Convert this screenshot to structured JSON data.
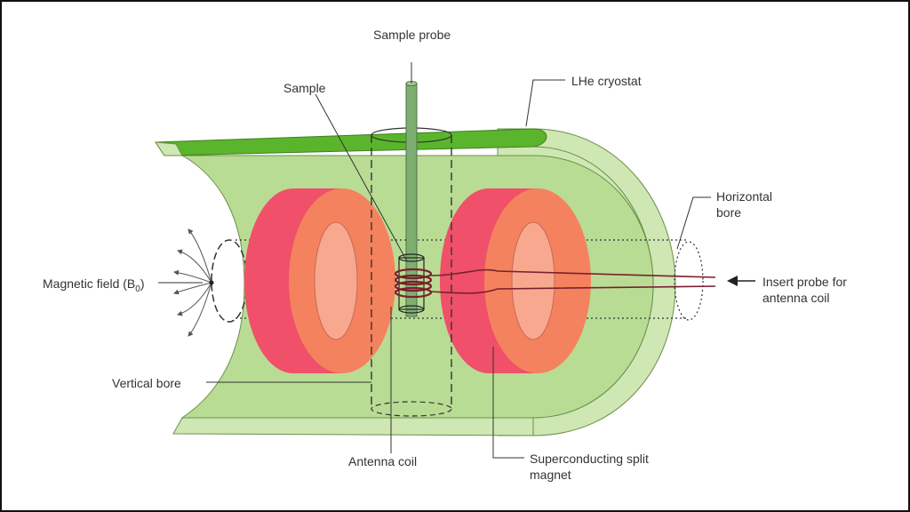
{
  "colors": {
    "cryostat_dark": "#5bb52c",
    "cryostat_body": "#b9dc94",
    "cryostat_light": "#cfe7b3",
    "magnet_outer": "#f0506a",
    "magnet_face": "#f5825e",
    "magnet_bore": "#f7a88e",
    "probe": "#7fae73",
    "coil": "#7a1f2e",
    "line": "#333333",
    "background": "#ffffff"
  },
  "labels": {
    "sample_probe": "Sample probe",
    "sample": "Sample",
    "lhe_cryostat": "LHe cryostat",
    "horizontal_bore": "Horizontal bore",
    "magnetic_field": "Magnetic field (B",
    "magnetic_field_sub": "0",
    "magnetic_field_end": ")",
    "insert_probe": "Insert probe for antenna coil",
    "vertical_bore": "Vertical bore",
    "antenna_coil": "Antenna coil",
    "superconducting_magnet": "Superconducting split magnet"
  }
}
